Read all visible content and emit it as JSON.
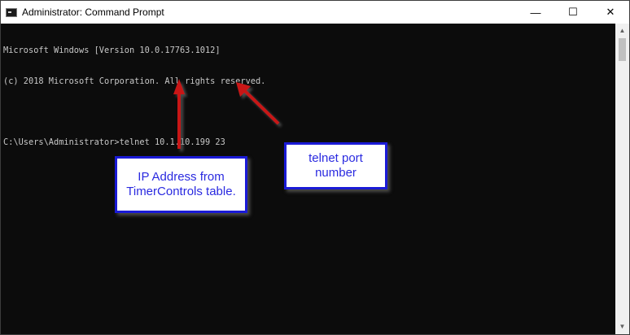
{
  "window": {
    "title": "Administrator: Command Prompt",
    "minimize_glyph": "—",
    "maximize_glyph": "☐",
    "close_glyph": "✕"
  },
  "console": {
    "lines": [
      "Microsoft Windows [Version 10.0.17763.1012]",
      "(c) 2018 Microsoft Corporation. All rights reserved.",
      "",
      "C:\\Users\\Administrator>telnet 10.1.10.199 23"
    ]
  },
  "annotations": {
    "ip_label": "IP Address from TimerControls table.",
    "port_label": "telnet port number"
  },
  "colors": {
    "console_bg": "#0c0c0c",
    "console_text": "#c8c8c8",
    "arrow": "#c81414",
    "callout_border": "#1a1ad6",
    "callout_text": "#2a2ae0"
  },
  "icons": {
    "app": "cmd-icon",
    "scroll_up": "scroll-up-arrow-icon",
    "scroll_down": "scroll-down-arrow-icon"
  }
}
